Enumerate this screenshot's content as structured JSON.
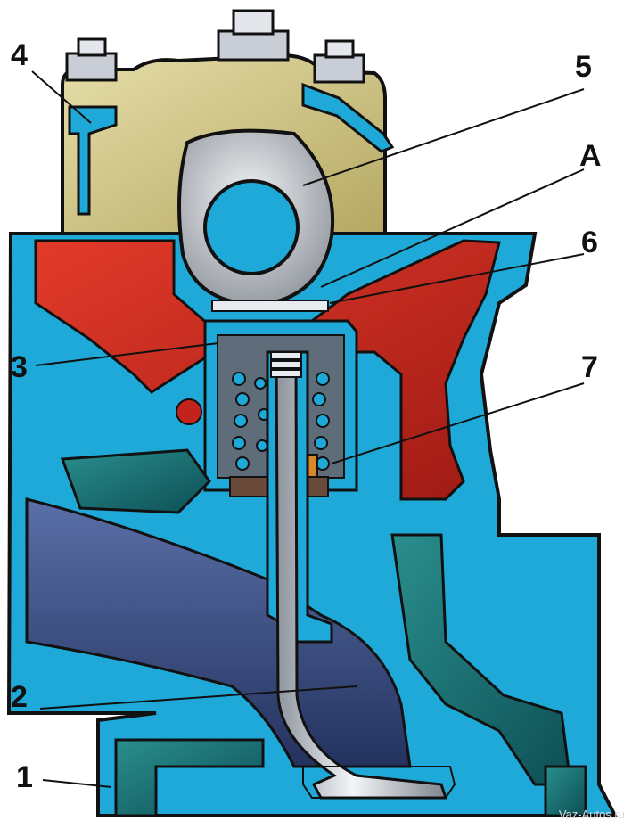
{
  "labels": {
    "l1": "1",
    "l2": "2",
    "l3": "3",
    "l4": "4",
    "l5": "5",
    "l6": "6",
    "l7": "7",
    "lA": "A"
  },
  "watermark": "Vaz-Autos.ru",
  "colors": {
    "water_jacket": "#1fa9d8",
    "water_jacket_dark": "#0f6f7a",
    "cam_housing": "#d8cf8a",
    "head_red": "#d4261e",
    "port": "#3b4f86",
    "metal": "#c9ced6",
    "outline": "#111111"
  }
}
